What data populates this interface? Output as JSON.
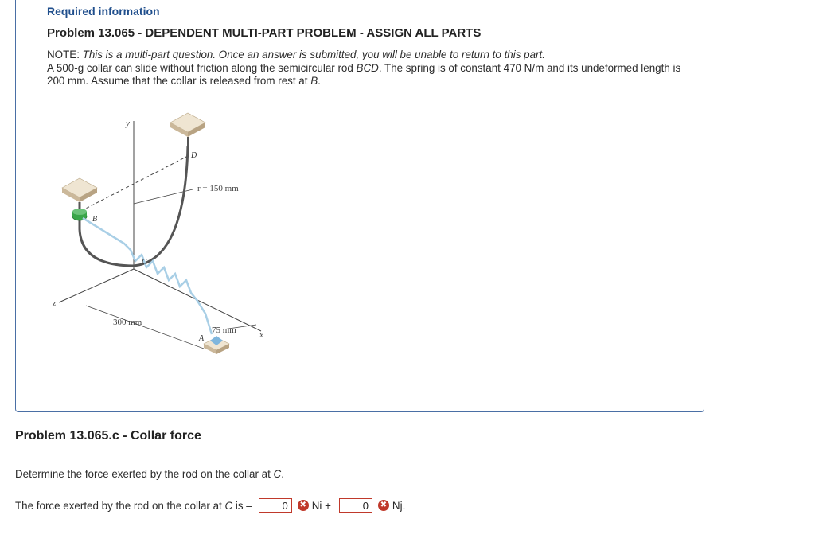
{
  "header": {
    "required_info": "Required information",
    "problem_title": "Problem 13.065 - DEPENDENT MULTI-PART PROBLEM - ASSIGN ALL PARTS"
  },
  "note": {
    "label": "NOTE: ",
    "italic": "This is a multi-part question. Once an answer is submitted, you will be unable to return to this part.",
    "line1_pre": "A 500-g collar can slide without friction along the semicircular rod ",
    "rod_name": "BCD",
    "line1_post": ". The spring is of constant 470 N/m and its undeformed length is 200 mm. Assume that the collar is released from rest at ",
    "point_b": "B",
    "end": "."
  },
  "figure": {
    "label_y": "y",
    "label_z": "z",
    "label_x": "x",
    "label_b": "B",
    "label_c": "C",
    "label_d": "D",
    "label_a": "A",
    "radius": "r = 150 mm",
    "dim_300": "300 mm",
    "dim_75": "75 mm",
    "colors": {
      "block": "#e9dcc6",
      "block_side": "#cbb89a",
      "rod": "#555555",
      "spring": "#a9cfe6",
      "collar": "#3aa64a"
    }
  },
  "part": {
    "title": "Problem 13.065.c - Collar force",
    "question_pre": "Determine the force exerted by the rod on the collar at ",
    "question_point": "C",
    "question_end": "."
  },
  "answer": {
    "prefix_pre": "The force exerted by the rod on the collar at ",
    "prefix_point": "C",
    "prefix_post": " is –",
    "value_i": "0",
    "unit_i": "Ni +",
    "value_j": "0",
    "unit_j": "Nj.",
    "error_symbol": "✖"
  }
}
